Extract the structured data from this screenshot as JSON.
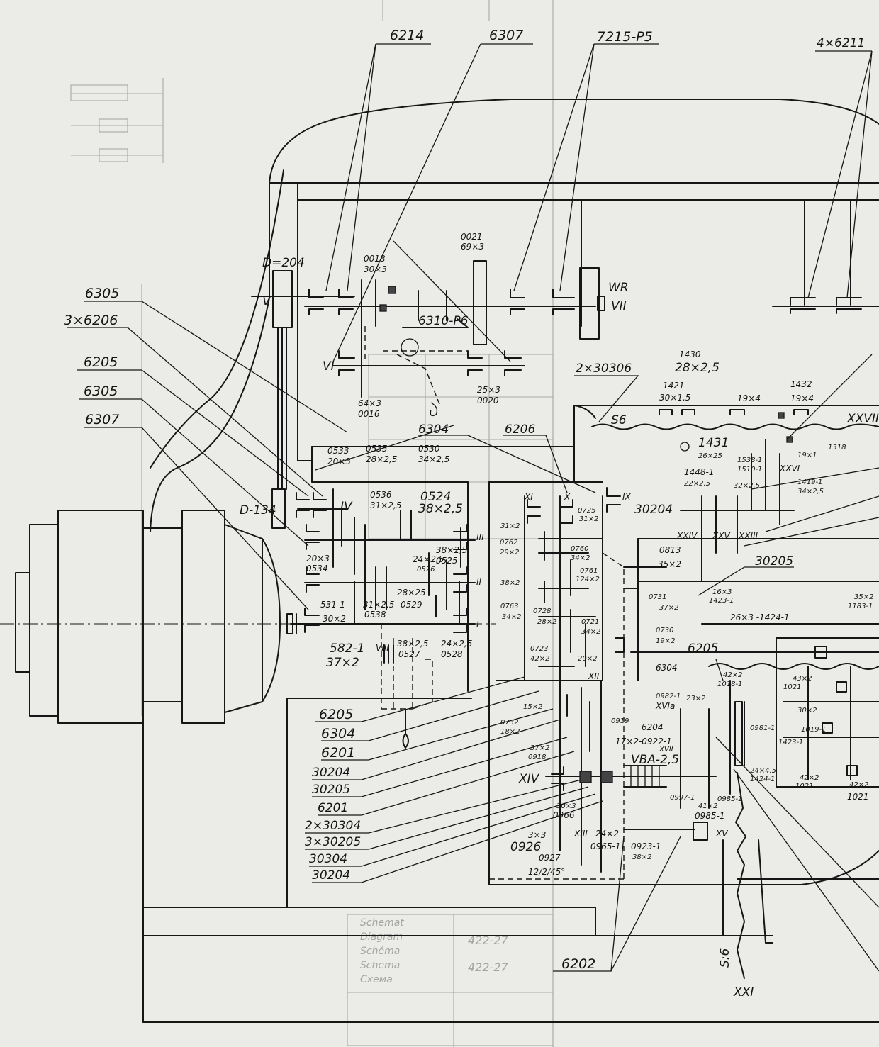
{
  "colors": {
    "paper": "#ebebe8",
    "ink": "#161616",
    "ghost": "#a6a6a6"
  },
  "top_labels": [
    "6214",
    "6307",
    "7215-P5",
    "4×6211"
  ],
  "left_labels": [
    "6305",
    "3×6206",
    "6205",
    "6305",
    "6307"
  ],
  "shaft_numerals": [
    "V",
    "VI",
    "VII",
    "IV",
    "III",
    "II",
    "I",
    "VIII",
    "XI",
    "X",
    "IX",
    "XII",
    "XIV",
    "XIII",
    "XV",
    "XVIa",
    "XVII",
    "XXI",
    "XXIV",
    "XXV",
    "XXVI",
    "XXVII",
    "XXIII"
  ],
  "gear_labels": {
    "g0018": "0018",
    "g0018b": "30×3",
    "g0021": "0021",
    "g0021b": "69×3",
    "g6310": "6310-P6",
    "g0016": "64×3",
    "g0016b": "0016",
    "g0020": "25×3",
    "g0020b": "0020",
    "d204": "D=204",
    "d134": "D-134",
    "wr": "WR",
    "g0533": "0533",
    "g0533b": "20×3",
    "g0535": "0535",
    "g0535b": "28×2,5",
    "g0530": "0530",
    "g0530b": "34×2,5",
    "g0536": "0536",
    "g0536b": "31×2,5",
    "g0524": "0524",
    "g0524b": "38×2,5",
    "g0534": "20×3",
    "g0534b": "0534",
    "g0525": "38×2,5",
    "g0525b": "0525",
    "g0526": "24×2,5",
    "g0526b": "0526",
    "g0529": "28×25",
    "g0529b": "0529",
    "g0538": "31×2,5",
    "g0538b": "0538",
    "g531": "531-1",
    "g30x2": "30×2",
    "g582": "582-1",
    "g582b": "37×2",
    "g0527": "38×2,5",
    "g0527b": "0527",
    "g0528": "24×2,5",
    "g0528b": "0528",
    "b6304": "6304",
    "b6206": "6206",
    "g0725": "0725",
    "g0725b": "31×2",
    "g31x2": "31×2",
    "g0762": "0762",
    "g0762b": "29×2",
    "g0760": "0760",
    "g0760b": "34×2",
    "g0761": "0761",
    "g0761b": "124×2",
    "g38x2": "38×2",
    "g0763": "0763",
    "g0763b": "34×2",
    "g0728": "0728",
    "g0728b": "28×2",
    "g0721": "0721",
    "g0721b": "34×2",
    "g0723": "0723",
    "g0723b": "42×2",
    "g20x2": "20×2",
    "g15x2": "15×2",
    "g0732": "0732",
    "g0732b": "18×2",
    "g37x2": "37×2",
    "g0918": "0918",
    "g0919": "0919",
    "g30x3": "30×3",
    "g0966": "0966",
    "g3x3": "3×3",
    "g0926": "0926",
    "g0927": "0927",
    "g12245": "12/2/45°",
    "g24x2": "24×2",
    "g0965": "0965-1",
    "g0923": "0923-1",
    "g0923b": "38×2",
    "vba": "VBA-2,5",
    "g0922": "17×2-0922-1",
    "b6204": "6204",
    "g0982": "0982-1",
    "g23x2": "23×2",
    "g0997": "0997-1",
    "g41x2": "41×2",
    "g0985": "0985-1",
    "g0985b": "0985-1",
    "g0981": "0981-1",
    "g1423": "1423-1",
    "g1424": "1424-1",
    "g24x45": "24×4,5",
    "b2x30306": "2×30306",
    "s6": "S6",
    "g1430": "1430",
    "g1430b": "28×2,5",
    "g1421": "1421",
    "g1421b": "30×1,5",
    "g19x4a": "19×4",
    "g1432": "1432",
    "g1432b": "19×4",
    "g1431": "1431",
    "g1431b": "26×25",
    "g1448": "1448-1",
    "g1448b": "22×2,5",
    "g1538": "1538-1",
    "g1510": "1510-1",
    "g32x25": "32×2,5",
    "g1318": "1318",
    "g19x1": "19×1",
    "g1419": "1419-1",
    "g1419b": "34×2,5",
    "b30204": "30204",
    "g0813": "0813",
    "g0813b": "35×2",
    "b30205": "30205",
    "g0731": "0731",
    "g0731b": "37×2",
    "g16x3": "16×3",
    "g1423b": "1423-1",
    "g26x3": "26×3 -1424-1",
    "g0730": "0730",
    "g0730b": "19×2",
    "b6205": "6205",
    "b6304b": "6304",
    "g42x2": "42×2",
    "g1018": "1018-1",
    "g35x2": "35×2",
    "g1183": "1183-1",
    "g43x2": "43×2",
    "g1021": "1021",
    "g30x2b": "30×2",
    "g1019": "1019-1",
    "g42x2b": "42×2",
    "g1021b": "1021",
    "g42x2c": "42×2",
    "g1021c": "1021",
    "ss": "S:6",
    "b6202": "6202"
  },
  "bottom_left_list": [
    "6205",
    "6304",
    "6201",
    "30204",
    "30205",
    "6201",
    "2×30304",
    "3×30205",
    "30304",
    "30204"
  ],
  "faint_table": {
    "rows": [
      "Schemat",
      "Diagram",
      "Schéma",
      "Schema",
      "Схема"
    ],
    "values": [
      "422-27",
      "422-27"
    ]
  }
}
